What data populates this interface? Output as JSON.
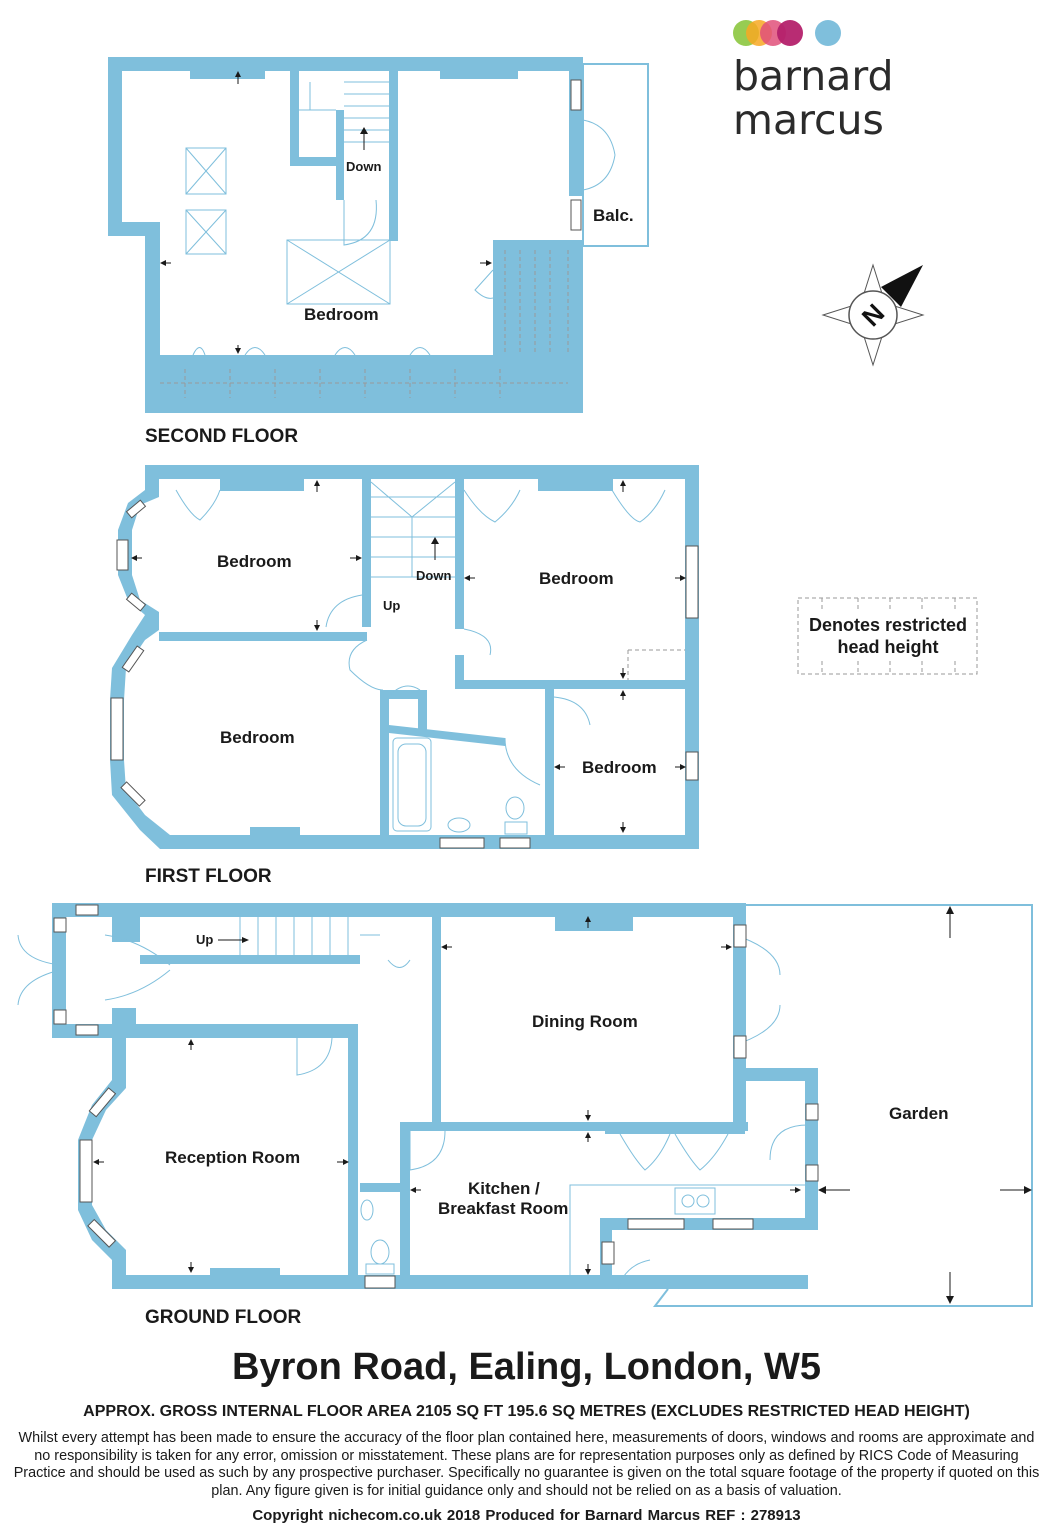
{
  "brand": {
    "name": "barnard marcus",
    "dot_colors": [
      "#8cc63f",
      "#f7a823",
      "#e0507a",
      "#b4216b",
      "#7fbfdc"
    ]
  },
  "floors": {
    "second": {
      "title": "SECOND FLOOR",
      "rooms": {
        "bedroom": "Bedroom",
        "balcony": "Balc."
      },
      "stairs": {
        "down": "Down"
      }
    },
    "first": {
      "title": "FIRST FLOOR",
      "rooms": {
        "bedroom_front_left": "Bedroom",
        "bedroom_bay": "Bedroom",
        "bedroom_rear_right": "Bedroom",
        "bedroom_small": "Bedroom"
      },
      "stairs": {
        "down": "Down",
        "up": "Up"
      }
    },
    "ground": {
      "title": "GROUND FLOOR",
      "rooms": {
        "reception": "Reception Room",
        "dining": "Dining Room",
        "kitchen_line1": "Kitchen /",
        "kitchen_line2": "Breakfast Room",
        "garden": "Garden"
      },
      "stairs": {
        "up": "Up"
      }
    }
  },
  "legend": {
    "line1": "Denotes restricted",
    "line2": "head height"
  },
  "compass": {
    "label": "N"
  },
  "footer": {
    "address": "Byron Road, Ealing, London, W5",
    "area": "APPROX. GROSS INTERNAL FLOOR AREA 2105 SQ FT 195.6 SQ METRES (EXCLUDES RESTRICTED HEAD HEIGHT)",
    "disclaimer": "Whilst every attempt has been made to ensure the accuracy of the floor plan contained here, measurements of doors, windows and rooms are approximate and no responsibility is taken for any error, omission or misstatement. These plans are for representation purposes only as defined by RICS Code of Measuring Practice and should be used as such by any prospective purchaser.  Specifically no guarantee is given on the total square footage of the property if quoted on this plan. Any figure given is for initial guidance only and should not be relied on as a basis of valuation.",
    "copyright": "Copyright nichecom.co.uk 2018    Produced for Barnard Marcus    REF : 278913"
  }
}
